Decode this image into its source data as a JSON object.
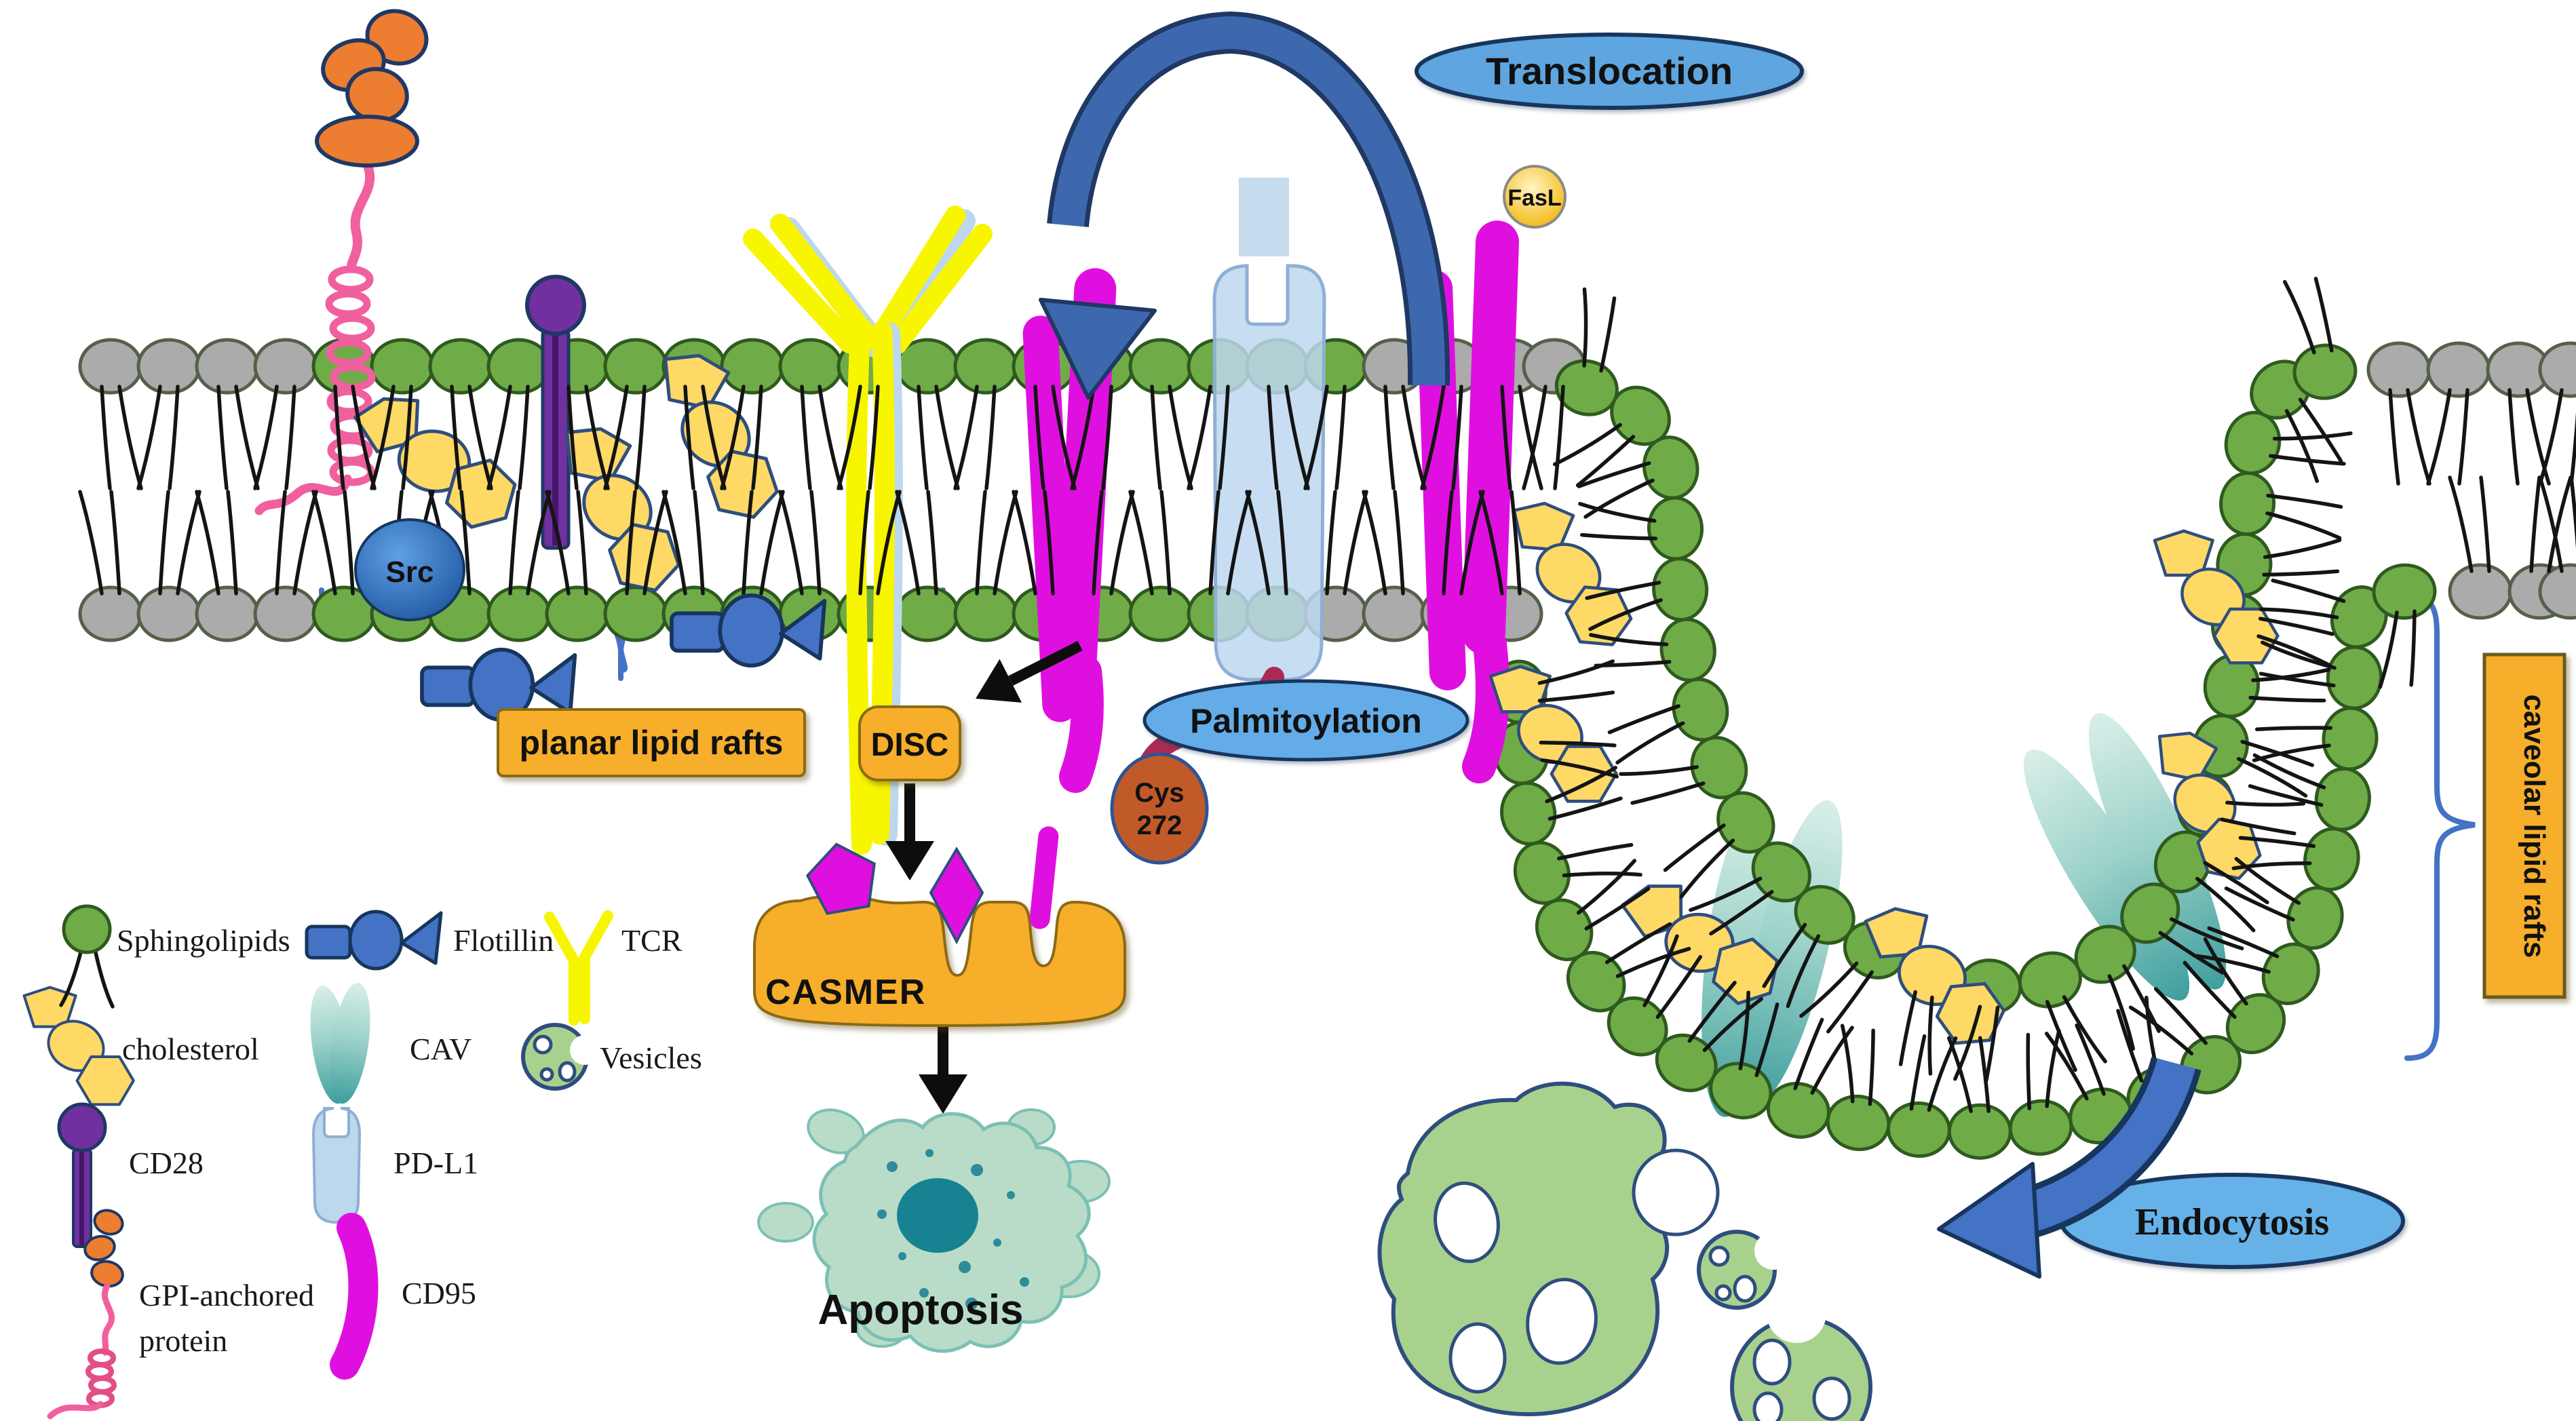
{
  "labels": {
    "translocation": "Translocation",
    "palmitoylation": "Palmitoylation",
    "endocytosis": "Endocytosis",
    "fasl": "FasL",
    "src": "Src",
    "cys_line1": "Cys",
    "cys_line2": "272",
    "planar_rafts": "planar lipid rafts",
    "disc": "DISC",
    "casmer": "CASMER",
    "apoptosis": "Apoptosis",
    "caveolar_rafts": "caveolar lipid rafts"
  },
  "legend": {
    "items": [
      {
        "id": "sphingolipids",
        "label": "Sphingolipids"
      },
      {
        "id": "flotillin",
        "label": "Flotillin"
      },
      {
        "id": "tcr",
        "label": "TCR"
      },
      {
        "id": "cholesterol",
        "label": "cholesterol"
      },
      {
        "id": "cav",
        "label": "CAV"
      },
      {
        "id": "vesicles",
        "label": "Vesicles"
      },
      {
        "id": "cd28",
        "label": "CD28"
      },
      {
        "id": "pdl1",
        "label": "PD-L1"
      },
      {
        "id": "gpi-anchored-protein",
        "label": "GPI-anchored",
        "label2": "protein"
      },
      {
        "id": "cd95",
        "label": "CD95"
      }
    ]
  },
  "colors": {
    "box_orange": "#F6AE2B",
    "box_border": "#8A6A14",
    "oval_blue": "#5FA5DF",
    "oval_border": "#17365D",
    "arch_blue": "#3E68AE",
    "endo_blue": "#4472C4",
    "brace_blue": "#4472C4",
    "magenta": "#DF10DF",
    "gpi_pink": "#F0609E",
    "gpi_orange": "#ED7D31",
    "cd28_purple": "#7030A0",
    "tcr_yellow": "#F7F500",
    "cholesterol_yellow": "#FFD966",
    "flotillin_blue": "#4472C4",
    "pdl1_blue": "#BDD7EE",
    "crimson_tail": "#AC2A52",
    "cys_brown": "#C05A28",
    "fasl_yellow": "#F5B800",
    "head_green": "#6FAC47",
    "head_gray": "#ABABAB",
    "vesicle_green": "#A9D18E",
    "cell_green": "#B9DCC8",
    "nucleus_teal": "#178291",
    "cav_teal": "#3F9E9E"
  }
}
